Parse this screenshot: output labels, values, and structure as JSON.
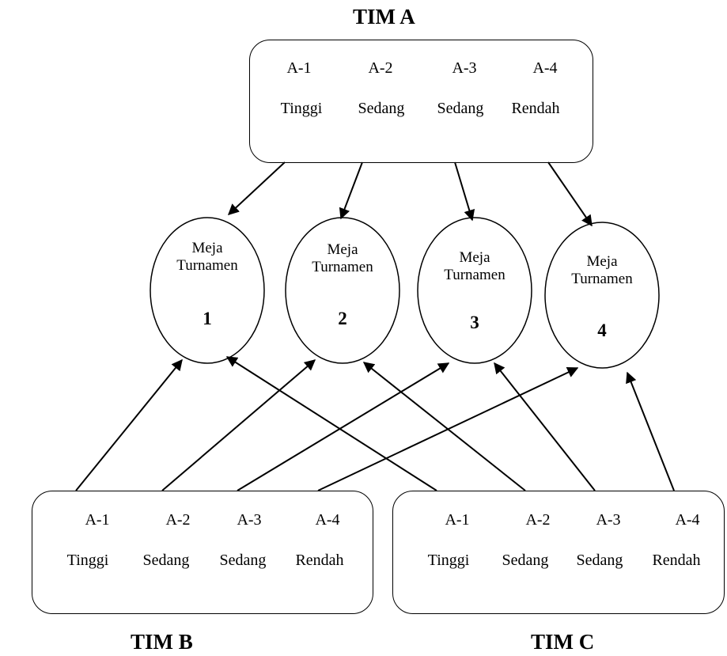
{
  "teams": {
    "a": {
      "title": "TIM A",
      "members": [
        {
          "code": "A-1",
          "level": "Tinggi"
        },
        {
          "code": "A-2",
          "level": "Sedang"
        },
        {
          "code": "A-3",
          "level": "Sedang"
        },
        {
          "code": "A-4",
          "level": "Rendah"
        }
      ]
    },
    "b": {
      "title": "TIM B",
      "members": [
        {
          "code": "A-1",
          "level": "Tinggi"
        },
        {
          "code": "A-2",
          "level": "Sedang"
        },
        {
          "code": "A-3",
          "level": "Sedang"
        },
        {
          "code": "A-4",
          "level": "Rendah"
        }
      ]
    },
    "c": {
      "title": "TIM C",
      "members": [
        {
          "code": "A-1",
          "level": "Tinggi"
        },
        {
          "code": "A-2",
          "level": "Sedang"
        },
        {
          "code": "A-3",
          "level": "Sedang"
        },
        {
          "code": "A-4",
          "level": "Rendah"
        }
      ]
    }
  },
  "tables": [
    {
      "line1": "Meja",
      "line2": "Turnamen",
      "number": "1"
    },
    {
      "line1": "Meja",
      "line2": "Turnamen",
      "number": "2"
    },
    {
      "line1": "Meja",
      "line2": "Turnamen",
      "number": "3"
    },
    {
      "line1": "Meja",
      "line2": "Turnamen",
      "number": "4"
    }
  ]
}
